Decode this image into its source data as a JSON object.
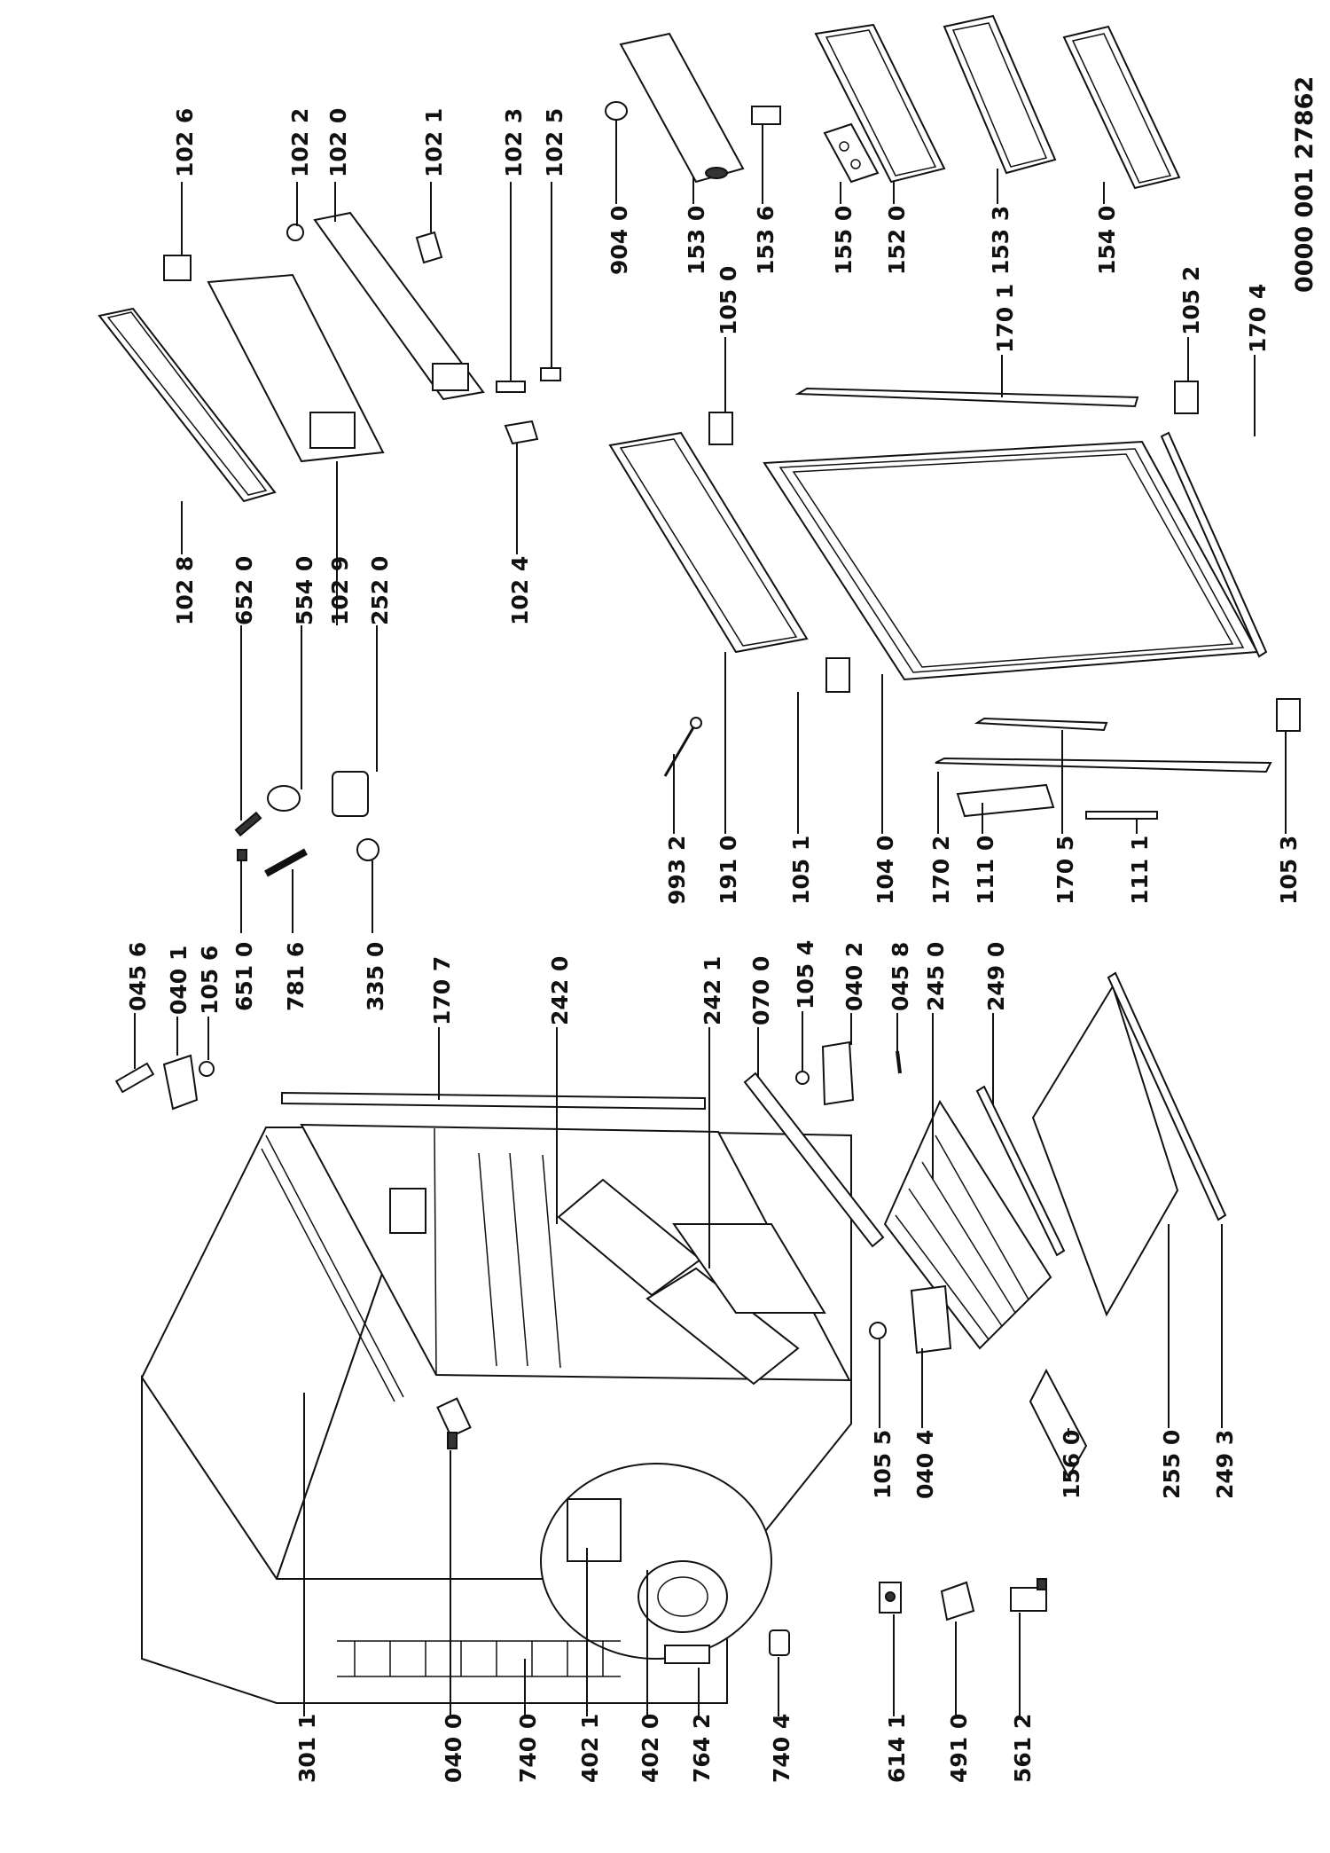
{
  "document_number": "0000 001 27862",
  "labels": {
    "p301_1": "301 1",
    "p040_0": "040 0",
    "p740_0": "740 0",
    "p402_1": "402 1",
    "p402_0": "402 0",
    "p764_2": "764 2",
    "p740_4": "740 4",
    "p614_1": "614 1",
    "p491_0": "491 0",
    "p561_2": "561 2",
    "p045_6": "045 6",
    "p040_1": "040 1",
    "p105_6": "105 6",
    "p651_0": "651 0",
    "p781_6": "781 6",
    "p335_0": "335 0",
    "p170_7": "170 7",
    "p242_0": "242 0",
    "p242_1": "242 1",
    "p070_0": "070 0",
    "p105_4": "105 4",
    "p040_2": "040 2",
    "p045_8": "045 8",
    "p245_0": "245 0",
    "p249_0": "249 0",
    "p105_5": "105 5",
    "p040_4": "040 4",
    "p156_0": "156 0",
    "p255_0": "255 0",
    "p249_3": "249 3",
    "p102_8": "102 8",
    "p652_0": "652 0",
    "p554_0": "554 0",
    "p102_9": "102 9",
    "p252_0": "252 0",
    "p102_6": "102 6",
    "p102_2": "102 2",
    "p102_0": "102 0",
    "p102_1": "102 1",
    "p102_3": "102 3",
    "p102_5": "102 5",
    "p102_4": "102 4",
    "p993_2": "993 2",
    "p191_0": "191 0",
    "p105_1": "105 1",
    "p104_0": "104 0",
    "p170_2": "170 2",
    "p111_0": "111 0",
    "p170_5": "170 5",
    "p111_1": "111 1",
    "p105_3": "105 3",
    "p105_0": "105 0",
    "p170_1": "170 1",
    "p105_2": "105 2",
    "p170_4": "170 4",
    "p904_0": "904 0",
    "p153_0": "153 0",
    "p153_6": "153 6",
    "p155_0": "155 0",
    "p152_0": "152 0",
    "p153_3": "153 3",
    "p154_0": "154 0"
  }
}
